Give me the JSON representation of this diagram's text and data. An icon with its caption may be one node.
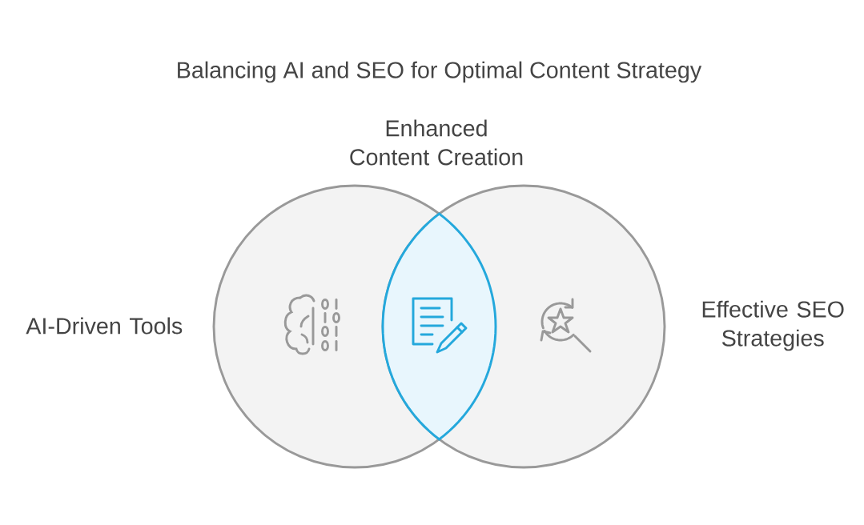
{
  "diagram": {
    "title": "Balancing AI and SEO for Optimal Content Strategy",
    "nodes": [
      {
        "text": [
          "AI-Driven Tools"
        ]
      },
      {
        "text": [
          "Enhanced Content Creation"
        ]
      },
      {
        "text": [
          "Effective SEO Strategies"
        ]
      }
    ]
  }
}
